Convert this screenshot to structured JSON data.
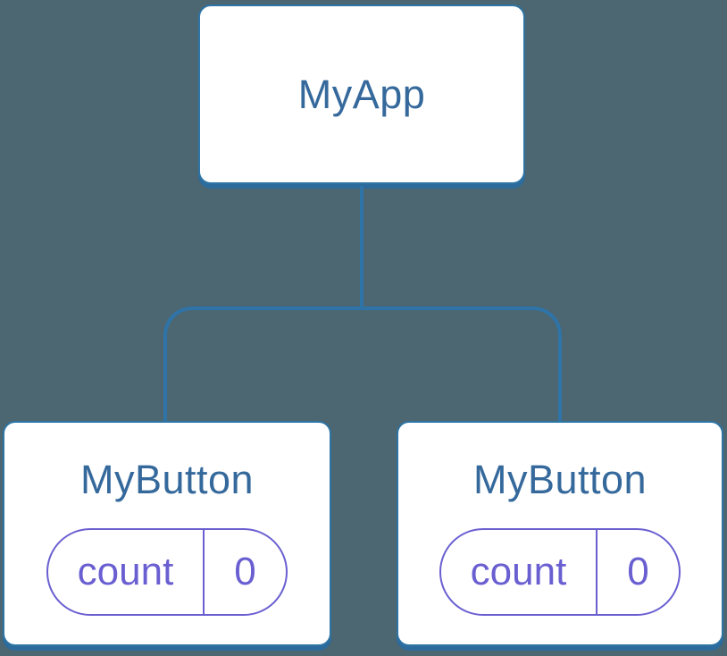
{
  "diagram": {
    "description": "component-tree",
    "root": {
      "label": "MyApp"
    },
    "children": [
      {
        "label": "MyButton",
        "state": {
          "key": "count",
          "value": "0"
        }
      },
      {
        "label": "MyButton",
        "state": {
          "key": "count",
          "value": "0"
        }
      }
    ]
  },
  "colors": {
    "background": "#4C6672",
    "connector": "#2F74A8",
    "node_fill": "#FFFFFF",
    "node_border": "#2E74A4",
    "node_shadow": "#2C6B9C",
    "label_text": "#35699C",
    "state_accent": "#6A5FD1"
  }
}
